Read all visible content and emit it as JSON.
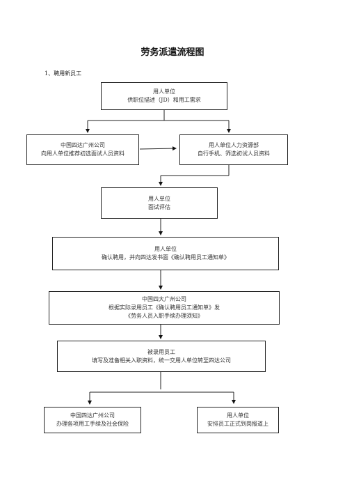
{
  "title": "劳务派遣流程图",
  "section_label": "1、聘用新员工",
  "nodes": {
    "employer_demand": {
      "line1": "用人单位",
      "line2": "供职位描述（JD）和用工需求"
    },
    "sida_recommend": {
      "line1": "中国四达广州公司",
      "line2": "向用人单位推荐初选面试人员资料"
    },
    "hr_screen": {
      "line1": "用人单位人力资源部",
      "line2": "自行手机、筛选初试人员资料"
    },
    "interview": {
      "line1": "用人单位",
      "line2": "面试评估"
    },
    "confirm_hire": {
      "line1": "用人单位",
      "line2": "确认聘用，并向四达发书面《确认聘用员工通知单》"
    },
    "sida_notice": {
      "line1": "中国四大广州公司",
      "line2": "根据实际录用员工《确认聘用员工通知单》发",
      "line3": "《劳务人员入职手续办理须知》"
    },
    "employee_docs": {
      "line1": "被录用员工",
      "line2": "填写及准备相关入职资料，统一交用人单位转至四达公司"
    },
    "social_insurance": {
      "line1": "中国四达广州公司",
      "line2": "办理各项用工手续及社会保险"
    },
    "report_to_post": {
      "line1": "用人单位",
      "line2": "安排员工正式到岗报道上"
    }
  }
}
